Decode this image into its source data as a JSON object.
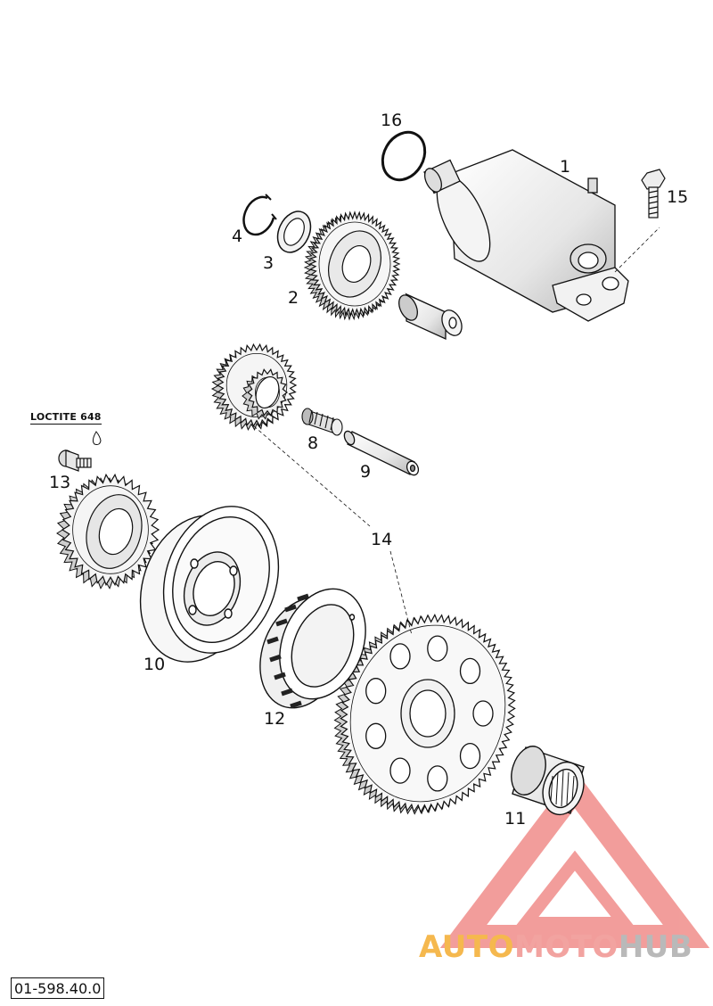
{
  "diagram": {
    "callouts": [
      {
        "id": "c1",
        "text": "1"
      },
      {
        "id": "c2",
        "text": "2"
      },
      {
        "id": "c3",
        "text": "3"
      },
      {
        "id": "c4",
        "text": "4"
      },
      {
        "id": "c8",
        "text": "8"
      },
      {
        "id": "c9",
        "text": "9"
      },
      {
        "id": "c10",
        "text": "10"
      },
      {
        "id": "c11",
        "text": "11"
      },
      {
        "id": "c12",
        "text": "12"
      },
      {
        "id": "c13",
        "text": "13"
      },
      {
        "id": "c14",
        "text": "14"
      },
      {
        "id": "c15",
        "text": "15"
      },
      {
        "id": "c16",
        "text": "16"
      }
    ],
    "loctite_note": "LOCTITE 648",
    "document_number": "01-598.40.0"
  },
  "watermark": {
    "part1": "AUTO",
    "part2": "MOTO",
    "part3": "HUB",
    "colors": {
      "orange": "#f5b84e",
      "pink": "#f2a3a0",
      "gray": "#b9b9b9",
      "triangle": "#f08d8a"
    }
  }
}
